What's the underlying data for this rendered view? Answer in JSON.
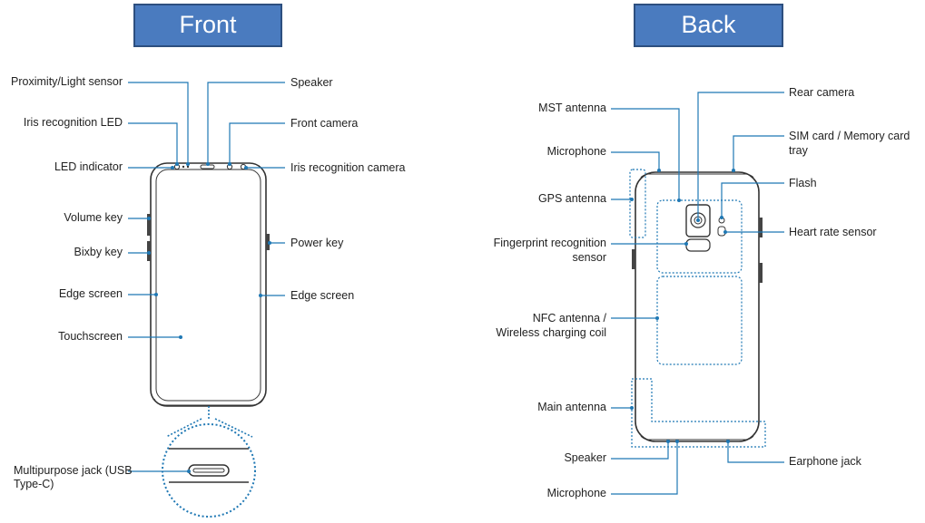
{
  "titles": {
    "front": "Front",
    "back": "Back"
  },
  "front_labels": {
    "proximity_light_sensor": "Proximity/Light sensor",
    "iris_recognition_led": "Iris recognition LED",
    "led_indicator": "LED indicator",
    "volume_key": "Volume key",
    "bixby_key": "Bixby key",
    "edge_screen_left": "Edge screen",
    "touchscreen": "Touchscreen",
    "multipurpose_jack_line1": "Multipurpose jack (USB",
    "multipurpose_jack_line2": "Type-C)",
    "speaker": "Speaker",
    "front_camera": "Front camera",
    "iris_recognition_camera": "Iris recognition camera",
    "power_key": "Power key",
    "edge_screen_right": "Edge screen"
  },
  "back_labels": {
    "mst_antenna": "MST antenna",
    "microphone_top": "Microphone",
    "gps_antenna": "GPS antenna",
    "fingerprint_line1": "Fingerprint recognition",
    "fingerprint_line2": "sensor",
    "nfc_line1": "NFC antenna /",
    "nfc_line2": "Wireless charging coil",
    "main_antenna": "Main antenna",
    "speaker": "Speaker",
    "microphone_bottom": "Microphone",
    "rear_camera": "Rear camera",
    "sim_line1": "SIM card / Memory card",
    "sim_line2": "tray",
    "flash": "Flash",
    "heart_rate_sensor": "Heart rate sensor",
    "earphone_jack": "Earphone jack"
  },
  "colors": {
    "callout": "#1f78b4",
    "title_fill": "#4a7bbf",
    "outline": "#333333"
  }
}
